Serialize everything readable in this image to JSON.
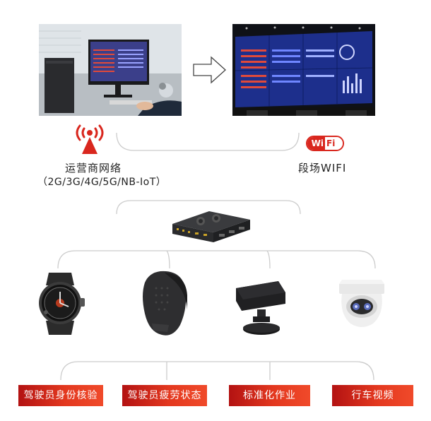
{
  "top": {
    "carrier_label": "运营商网络",
    "carrier_sub": "（2G/3G/4G/5G/NB-IoT）",
    "wifi_label": "段场WIFI",
    "wifi_badge_left": "Wi",
    "wifi_badge_right": "Fi"
  },
  "outputs": [
    {
      "label": "驾驶员身份核验"
    },
    {
      "label": "驾驶员疲劳状态"
    },
    {
      "label": "标准化作业"
    },
    {
      "label": "行车视频"
    }
  ],
  "colors": {
    "accent": "#d9271e",
    "connector": "#cfcfcf"
  }
}
